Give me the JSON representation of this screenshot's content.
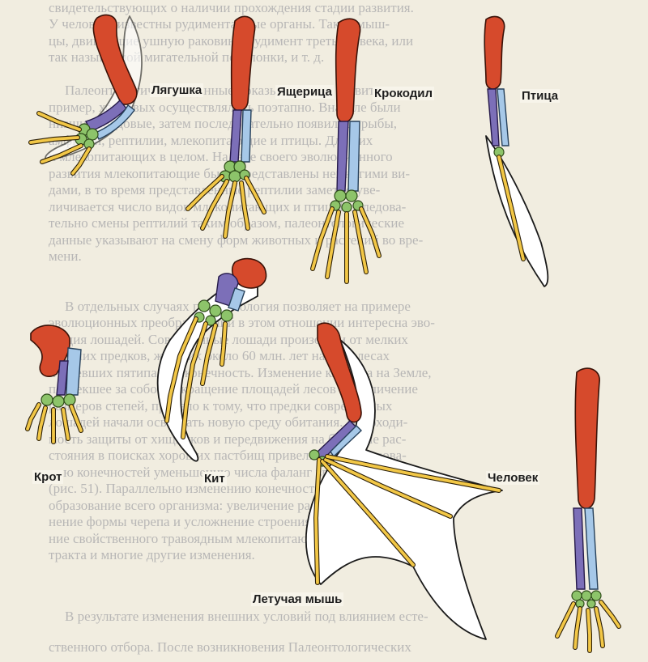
{
  "labels": {
    "frog": "Лягушка",
    "lizard": "Ящерица",
    "crocodile": "Крокодил",
    "bird": "Птица",
    "mole": "Крот",
    "whale": "Кит",
    "human": "Человек",
    "bat": "Летучая мышь"
  },
  "background_text": [
    "свидетельствующих о наличии прохождения стадии развития.",
    "У человека известны рудиментарные органы. Такие мыш-",
    "цы, двигающие ушную раковину, рудимент третьего века, или",
    "так называемой мигательной перепонки, и т. д.",
    "Палеонтологические данные показывают, что развитие, на-",
    "пример, хордовых осуществлялось поэтапно. Вначале были",
    "низшие хордовые, затем последовательно появились рыбы,",
    "амфибии, рептилии, млекопитающие и птицы. Для них",
    "и млекопитающих в целом. На заре своего эволюционного",
    "развития млекопитающие были представлены немногими ви-",
    "дами, в то время представленные рептилии заметно уве-",
    "личивается число видов млекопитающих и птиц. Последова-",
    "тельно смены рептилий таким образом, палеонтологические",
    "данные указывают на смену форм животных и растений во вре-",
    "мени.",
    "В отдельных случаях палеонтология позволяет на примере",
    "эволюционных преобразований в этом отношении интересна эво-",
    "люция лошадей. Современные лошади произошли от мелких",
    "древних предков, живших около 60 млн. лет назад в лесах",
    "и имевших пятипалую конечность. Изменение климата на Земле,",
    "повлекшее за собой сокращение площадей лесов и увеличение",
    "размеров степей, привело к тому, что предки современных",
    "лошадей начали осваивать новую среду обитания. Необходи-",
    "мость защиты от хищников и передвижения на большие рас-",
    "стояния в поисках хороших пастбищ привели к преобразова-",
    "нию конечностей уменьшению числа фаланг вплоть до одной",
    "(рис. 51). Параллельно изменению конечностей происходило пре-",
    "образование всего организма: увеличение размеров тела, изме-",
    "нение формы черепа и усложнение строения зубов, возникнове-",
    "ние свойственного травоядным млекопитающим пищеварительного",
    "тракта и многие другие изменения.",
    "В результате изменения внешних условий под влиянием есте-",
    "ственного отбора. После возникновения Палеонтологических"
  ]
}
